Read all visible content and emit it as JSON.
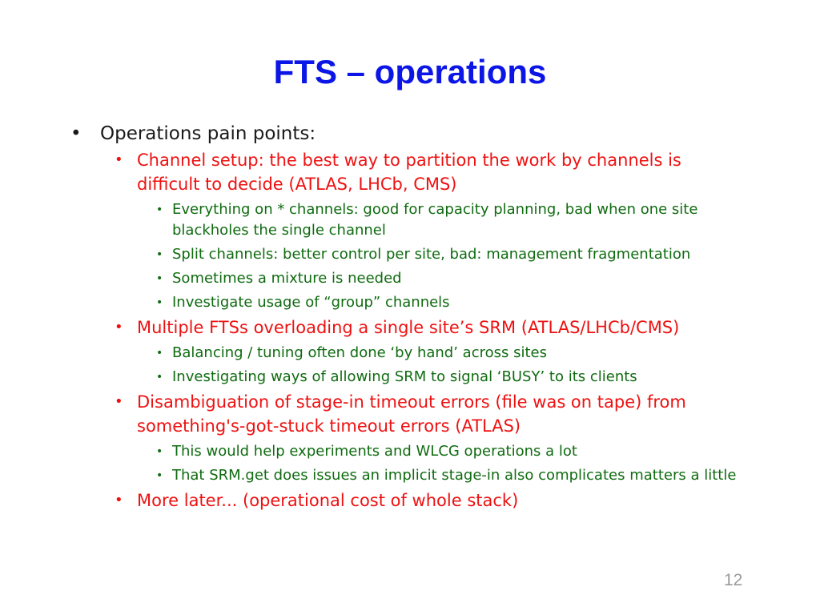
{
  "slide": {
    "title": "FTS – operations",
    "page_number": "12",
    "bullet_symbol": "•",
    "level1": "Operations pain points:",
    "items": [
      {
        "text": "Channel setup: the best way to partition the work by channels is difficult to decide (ATLAS, LHCb, CMS)",
        "sub": [
          "Everything on * channels: good for capacity planning, bad when one site blackholes the single channel",
          "Split channels: better control per site, bad: management fragmentation",
          "Sometimes a mixture is needed",
          "Investigate usage of “group” channels"
        ]
      },
      {
        "text": "Multiple FTSs overloading a single site’s SRM (ATLAS/LHCb/CMS)",
        "sub": [
          "Balancing / tuning often done ‘by hand’ across sites",
          "Investigating ways of allowing SRM to signal ‘BUSY’ to its clients"
        ]
      },
      {
        "text": "Disambiguation of stage-in timeout errors (file was on tape) from something's-got-stuck timeout errors (ATLAS)",
        "sub": [
          "This would help experiments and WLCG operations a lot",
          "That SRM.get does issues an implicit stage-in also complicates matters a little"
        ]
      },
      {
        "text": "More later... (operational cost of whole stack)",
        "sub": []
      }
    ]
  },
  "colors": {
    "title": "#0b16e6",
    "level1": "#1a1a1a",
    "level2": "#ee1111",
    "level3": "#0f6b10",
    "page_number": "#9a9a9a"
  }
}
